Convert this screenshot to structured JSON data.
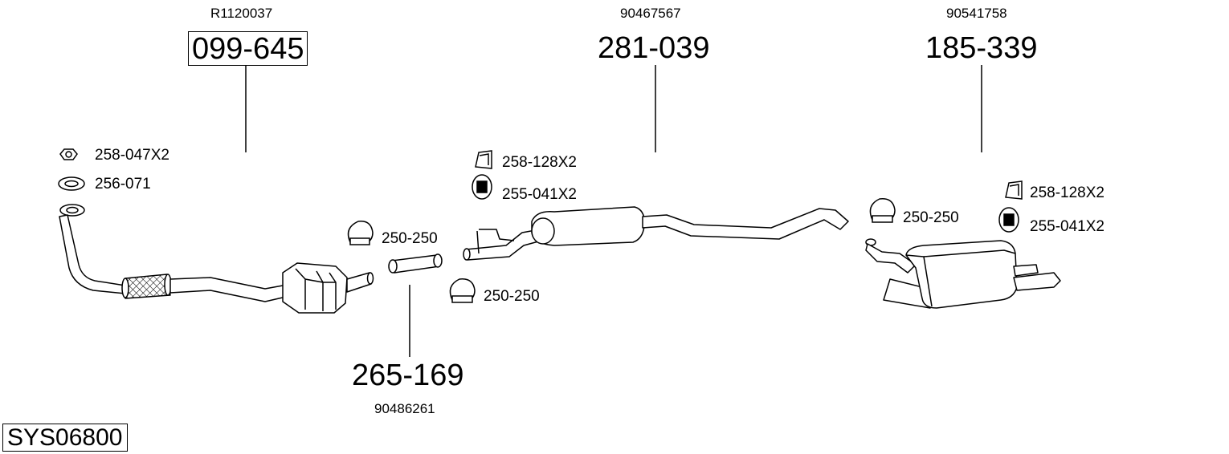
{
  "diagram": {
    "system_code": "SYS06800",
    "parts": [
      {
        "oem": "R1120037",
        "part_no": "099-645"
      },
      {
        "oem": "90467567",
        "part_no": "281-039"
      },
      {
        "oem": "90541758",
        "part_no": "185-339"
      },
      {
        "oem": "90486261",
        "part_no": "265-169"
      }
    ],
    "fittings": [
      "258-047X2",
      "256-071",
      "250-250",
      "250-250",
      "258-128X2",
      "255-041X2",
      "250-250",
      "258-128X2",
      "255-041X2"
    ]
  }
}
